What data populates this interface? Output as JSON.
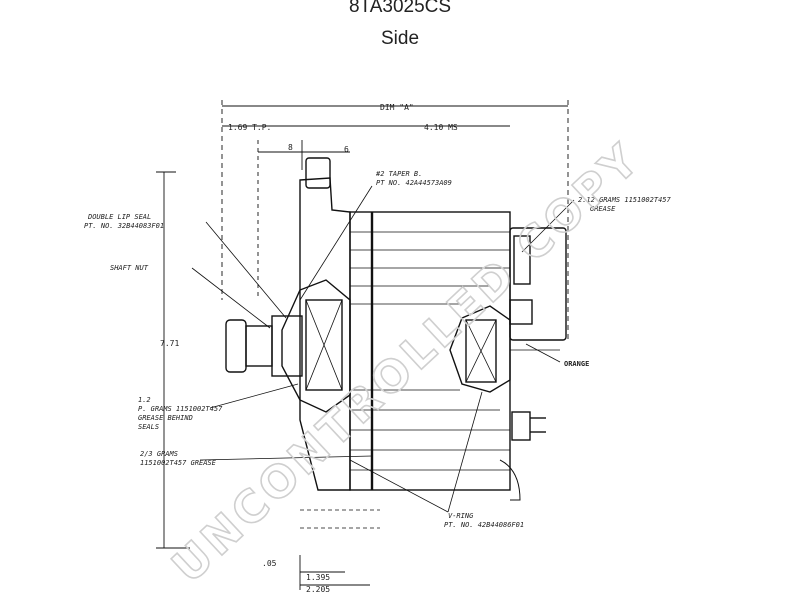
{
  "title": "8TA3025CS",
  "subtitle": "Side",
  "watermark": "UNCONTROLLED COPY",
  "labels": {
    "dim_a": "DIM \"A\"",
    "dim_left": "1.69 T.P.",
    "dim_right": "4.10 MS",
    "dim_8": "8",
    "dim_6": "6",
    "dim_771": "7.71",
    "dim_05": ".05",
    "dim_1395": "1.395",
    "dim_2205": "2.205",
    "double_lip_1": "DOUBLE LIP SEAL",
    "double_lip_2": "PT. NO. 32B44083F01",
    "shaft_nut": "SHAFT NUT",
    "bearing_1": "#2 TAPER B.",
    "bearing_2": "PT NO. 42A44573A09",
    "grease_1": "2.12 GRAMS 1151002T457",
    "grease_2": "GREASE",
    "orange": "ORANGE",
    "front_1": "1.2",
    "front_2": "P. GRAMS 1151002T457",
    "front_3": "GREASE BEHIND",
    "front_4": "SEALS",
    "rear_1": "2/3 GRAMS",
    "rear_2": "1151002T457 GREASE",
    "vring_1": "V-RING",
    "vring_2": "PT. NO. 42B44086F01"
  }
}
